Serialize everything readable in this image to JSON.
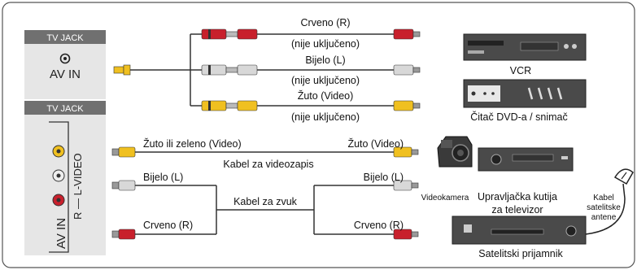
{
  "panels": {
    "top_jack_title": "TV JACK",
    "top_jack_port": "AV IN",
    "bottom_jack_title": "TV JACK",
    "bottom_jack_port": "AV IN",
    "bottom_jack_side": "R — L-VIDEO"
  },
  "cables_top": {
    "red_label": "Crveno (R)",
    "red_note": "(nije uključeno)",
    "white_label": "Bijelo (L)",
    "white_note": "(nije uključeno)",
    "yellow_label": "Žuto (Video)",
    "yellow_note": "(nije uključeno)"
  },
  "cables_bottom": {
    "video_left": "Žuto ili zeleno (Video)",
    "video_right": "Žuto (Video)",
    "video_cable": "Kabel za videozapis",
    "white_left": "Bijelo (L)",
    "white_right": "Bijelo (L)",
    "audio_cable": "Kabel za zvuk",
    "red_left": "Crveno (R)",
    "red_right": "Crveno (R)"
  },
  "devices": {
    "vcr": "VCR",
    "dvd": "Čitač DVD-a / snimač",
    "camcorder": "Videokamera",
    "stb_line1": "Upravljačka kutija",
    "stb_line2": "za televizor",
    "sat": "Satelitski prijamnik",
    "antenna_line1": "Kabel",
    "antenna_line2": "satelitske",
    "antenna_line3": "antene"
  },
  "colors": {
    "red": "#c8202c",
    "white": "#d8d8d8",
    "yellow": "#f0c020",
    "panel_header": "#707070",
    "panel_body": "#e6e6e6"
  }
}
